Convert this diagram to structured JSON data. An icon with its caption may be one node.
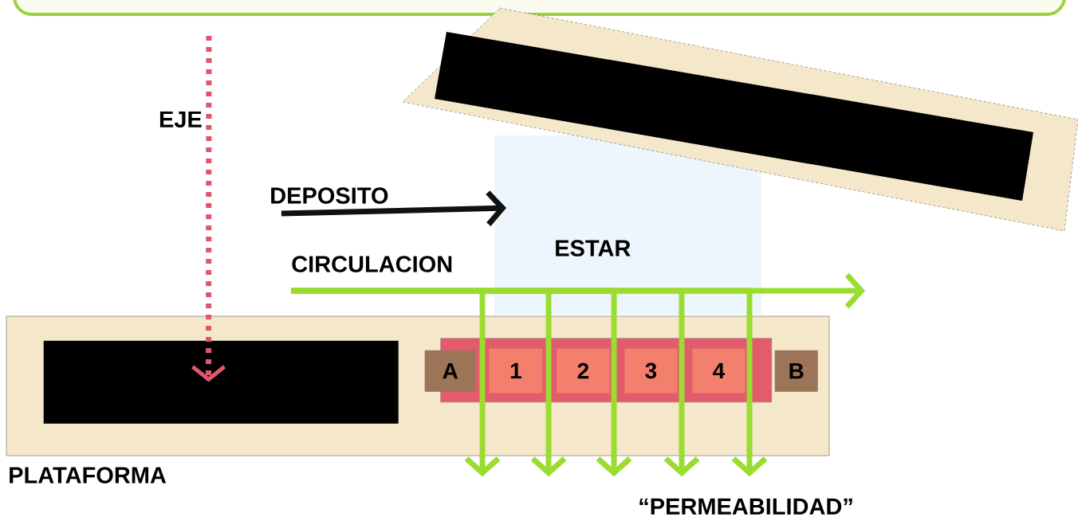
{
  "diagram": {
    "nodes": [
      {
        "text": [
          "PLATAFORMA"
        ]
      },
      {
        "text": [],
        "shape": "bar",
        "in": 0
      },
      {
        "text": [],
        "shape": "bar",
        "in": 0
      },
      {
        "text": [
          "A"
        ],
        "in": 0
      },
      {
        "text": [
          "1"
        ],
        "in": 2
      },
      {
        "text": [
          "2"
        ],
        "in": 2
      },
      {
        "text": [
          "3"
        ],
        "in": 2
      },
      {
        "text": [
          "4"
        ],
        "in": 2
      },
      {
        "text": [
          "B"
        ],
        "in": 0
      },
      {
        "text": [
          "DEPOSITO"
        ]
      },
      {
        "text": [
          "ESTAR"
        ]
      },
      {
        "text": [
          "CIRCULACION"
        ]
      },
      {
        "text": [
          "“PERMEABILIDAD”"
        ]
      }
    ],
    "edges": [
      {
        "from": null,
        "to": 1,
        "arrow": "to",
        "label": "EJE",
        "style": "dashed",
        "color": "#e0566e"
      },
      {
        "from": 9,
        "to": 10,
        "arrow": "to",
        "color": "#111111"
      },
      {
        "from": 11,
        "to": null,
        "arrow": "to",
        "color": "#9bdc30"
      },
      {
        "from": 11,
        "to": 0,
        "arrow": "to",
        "color": "#9bdc30"
      },
      {
        "from": 11,
        "to": 0,
        "arrow": "to",
        "color": "#9bdc30"
      },
      {
        "from": 11,
        "to": 0,
        "arrow": "to",
        "color": "#9bdc30"
      },
      {
        "from": 11,
        "to": 0,
        "arrow": "to",
        "color": "#9bdc30"
      },
      {
        "from": 11,
        "to": 0,
        "arrow": "to",
        "color": "#9bdc30"
      }
    ]
  }
}
